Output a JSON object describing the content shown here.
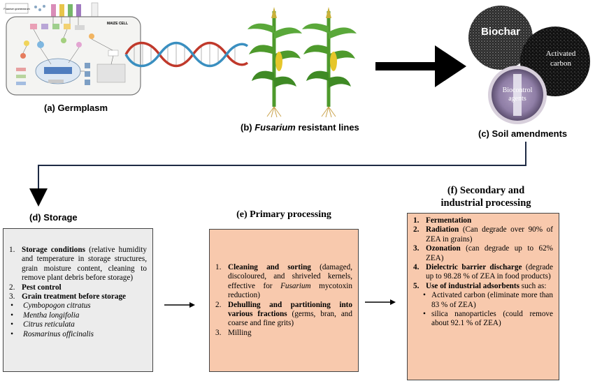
{
  "germplasm": {
    "caption": "(a) Germplasm",
    "cell_label": "MAIZE CELL",
    "fungus_label": "Fusarium graminearum"
  },
  "resistant_lines": {
    "caption_prefix": "(b) ",
    "caption_italic": "Fusarium",
    "caption_suffix": " resistant lines"
  },
  "soil": {
    "caption": "(c) Soil amendments",
    "biochar": "Biochar",
    "activated_carbon_1": "Activated",
    "activated_carbon_2": "carbon",
    "biocontrol_1": "Biocontrol",
    "biocontrol_2": "agents"
  },
  "storage": {
    "caption": "(d) Storage",
    "items": [
      {
        "num": "1.",
        "title": "Storage conditions",
        "detail": " (relative humidity and temperature in storage structures, grain moisture content, cleaning to remove plant debris before storage)"
      },
      {
        "num": "2.",
        "title": "Pest control",
        "detail": ""
      },
      {
        "num": "3.",
        "title": "Grain treatment before storage",
        "detail": ""
      }
    ],
    "plants": [
      "Cymbopogon citratus",
      "Mentha longifolia",
      "Citrus reticulata",
      "Rosmarinus officinalis"
    ]
  },
  "primary": {
    "caption": "(e) Primary processing",
    "item1_title": "Cleaning and sorting",
    "item1_detail_a": " (damaged, discoloured, and shriveled kernels, effective for ",
    "item1_detail_italic": "Fusarium",
    "item1_detail_b": " mycotoxin reduction)",
    "item2_title": "Dehulling and partitioning into various fractions",
    "item2_detail": " (germs, bran, and coarse and fine grits)",
    "item3": "Milling"
  },
  "secondary": {
    "caption_1": "(f) Secondary and",
    "caption_2": "industrial processing",
    "items": [
      {
        "num": "1.",
        "title": "Fermentation",
        "detail": ""
      },
      {
        "num": "2.",
        "title": "Radiation",
        "detail": " (Can degrade over 90% of ZEA in grains)"
      },
      {
        "num": "3.",
        "title": "Ozonation",
        "detail": " (can degrade up to 62% ZEA)"
      },
      {
        "num": "4.",
        "title": "Dielectric barrier discharge",
        "detail": " (degrade up to 98.28 % of ZEA in food products)"
      },
      {
        "num": "5.",
        "title": "Use of industrial adsorbents",
        "detail": " such as:"
      }
    ],
    "adsorbents": [
      "Activated carbon (eliminate more than 83 % of ZEA)",
      "silica nanoparticles (could remove about 92.1 % of ZEA)"
    ]
  },
  "colors": {
    "storage_bg": "#ececec",
    "process_bg": "#f8c9ad",
    "arrow_dark": "#1e2a44",
    "dna_red": "#c0392b",
    "dna_blue": "#3a8fc0",
    "maize_green": "#4e9a2c",
    "maize_yellow": "#e6c62a"
  }
}
